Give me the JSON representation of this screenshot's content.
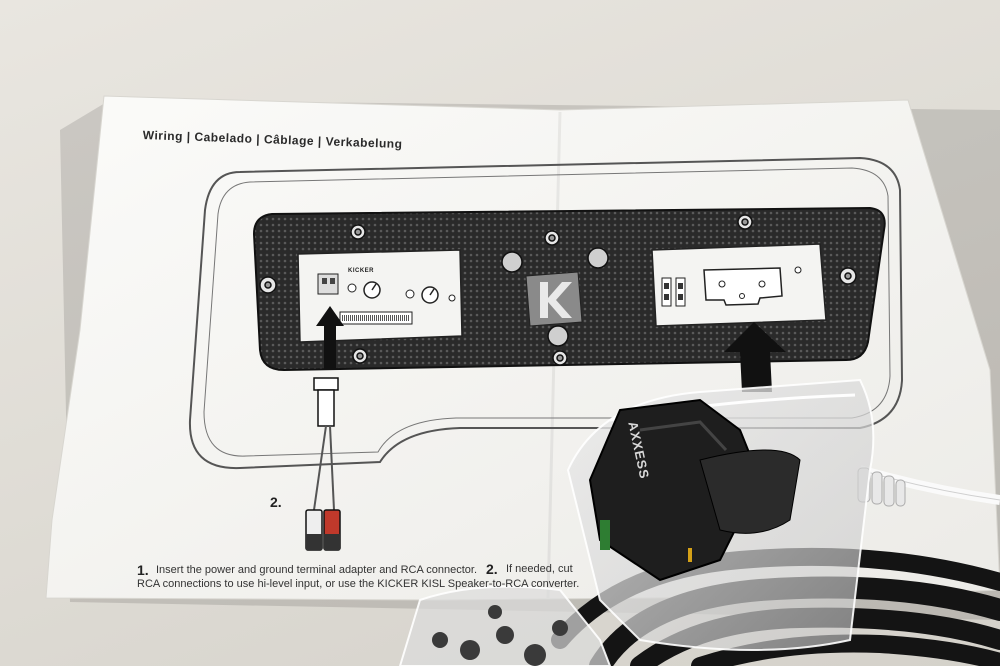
{
  "manual": {
    "heading": "Wiring | Cabelado | Câblage | Verkabelung",
    "device_brand": "KICKER",
    "step2_marker": "2.",
    "step1_number": "1.",
    "step1_line1": "Insert the power and ground terminal adapter and RCA connector.",
    "step1_line2": "RCA connections to use hi-level input, or use the KICKER KISL Speaker-to-RCA converter.",
    "step2_number": "2.",
    "step2_text": "If needed, cut"
  },
  "bag": {
    "brand": "AXXESS"
  },
  "colors": {
    "background": "#e2dfd8",
    "paper": "#f7f7f5",
    "panel": "#2e2e2e",
    "rca_red": "#c0392b",
    "cable": "#1a1a1a"
  }
}
